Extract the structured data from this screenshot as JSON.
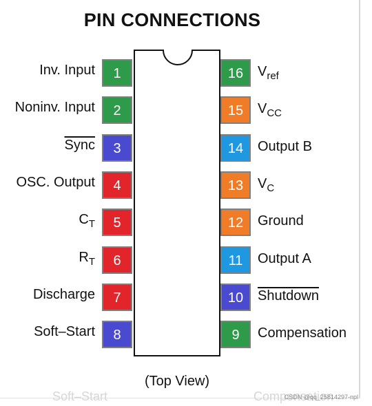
{
  "title": "PIN CONNECTIONS",
  "caption": "(Top View)",
  "watermark": "CSDN @qq_25814297-npl",
  "colors": {
    "green": "#2e9b4a",
    "orange": "#f07c27",
    "blue": "#4a4ad0",
    "red": "#e2252b",
    "cyan": "#1e98e0"
  },
  "left_pins": [
    {
      "num": "1",
      "label": "Inv. Input",
      "color": "#2e9b4a"
    },
    {
      "num": "2",
      "label": "Noninv.  Input",
      "color": "#2e9b4a"
    },
    {
      "num": "3",
      "label": "Sync",
      "color": "#4a4ad0",
      "overline": true
    },
    {
      "num": "4",
      "label": "OSC. Output",
      "color": "#e2252b"
    },
    {
      "num": "5",
      "label": "C",
      "sub": "T",
      "color": "#e2252b"
    },
    {
      "num": "6",
      "label": "R",
      "sub": "T",
      "color": "#e2252b"
    },
    {
      "num": "7",
      "label": "Discharge",
      "color": "#e2252b"
    },
    {
      "num": "8",
      "label": "Soft–Start",
      "color": "#4a4ad0"
    }
  ],
  "right_pins": [
    {
      "num": "16",
      "label": "V",
      "sub": "ref",
      "color": "#2e9b4a"
    },
    {
      "num": "15",
      "label": "V",
      "sub": "CC",
      "color": "#f07c27"
    },
    {
      "num": "14",
      "label": "Output B",
      "color": "#1e98e0"
    },
    {
      "num": "13",
      "label": "V",
      "sub": "C",
      "color": "#f07c27"
    },
    {
      "num": "12",
      "label": "Ground",
      "color": "#f07c27"
    },
    {
      "num": "11",
      "label": "Output A",
      "color": "#1e98e0"
    },
    {
      "num": "10",
      "label": "Shutdown",
      "color": "#4a4ad0",
      "overline": true
    },
    {
      "num": "9",
      "label": "Compensation",
      "color": "#2e9b4a"
    }
  ]
}
